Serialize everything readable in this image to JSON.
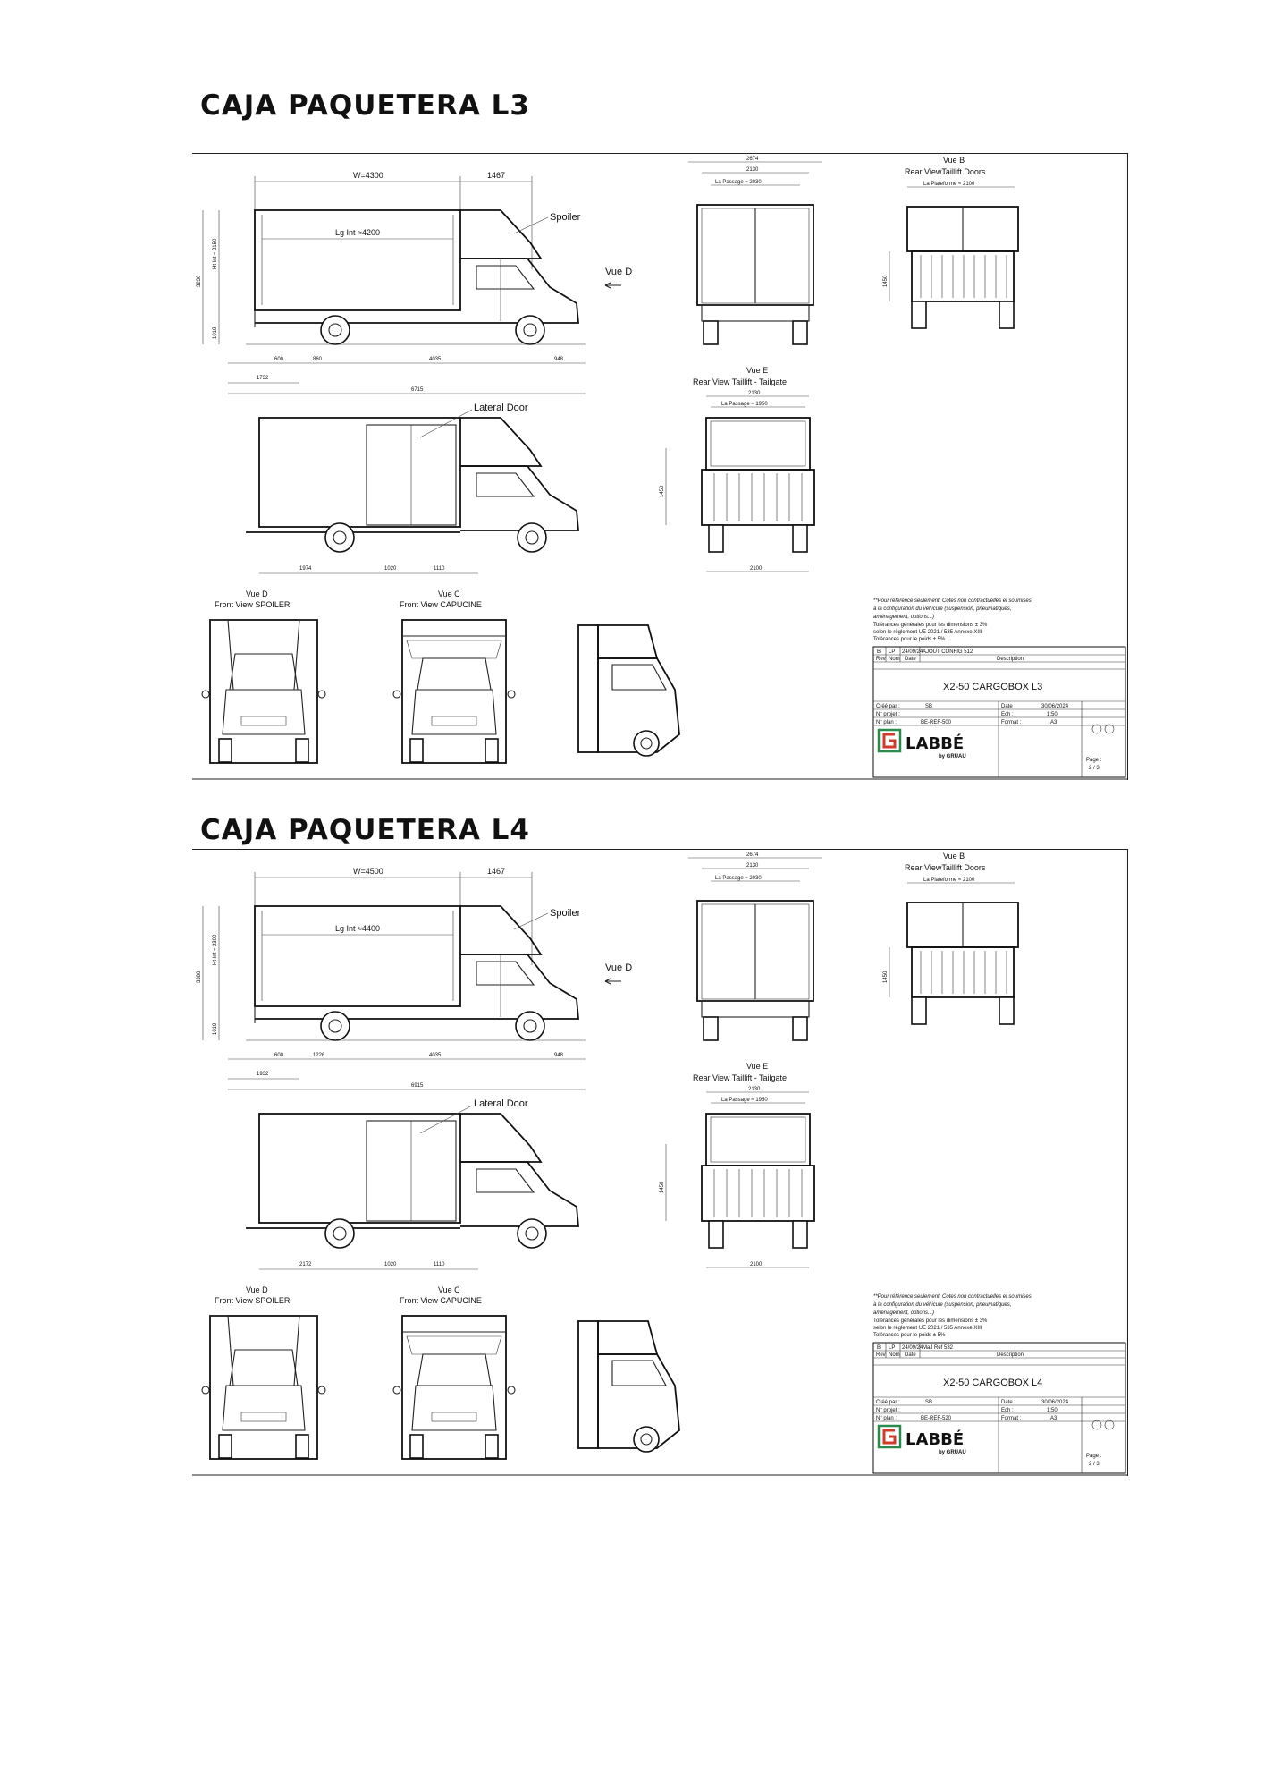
{
  "sheets": [
    {
      "heading": "CAJA PAQUETERA L3",
      "side": {
        "w": "W=4300",
        "cab": "1467",
        "lgint": "Lg Int ≈4200",
        "spoiler": "Spoiler",
        "total_h": "3230",
        "ht_int": "Ht Int ≈ 2150",
        "floor_h": "1019",
        "vue_d": "Vue D",
        "d1": "600",
        "d2": "860",
        "d3": "4035",
        "d4": "948",
        "d5": "1732",
        "d6": "6715"
      },
      "lateral": {
        "label": "Lateral Door",
        "d1": "1974",
        "d2": "1020",
        "d3": "1110"
      },
      "rear_doors": {
        "width": "2674",
        "inner": "2130",
        "passage": "La Passage ≈ 2030"
      },
      "vue_b": {
        "title": "Vue B",
        "subtitle": "Rear ViewTaillift Doors",
        "plateforme": "La Plateforme ≈ 2100",
        "h": "1450"
      },
      "vue_e": {
        "title": "Vue E",
        "subtitle": "Rear View Taillift - Tailgate",
        "inner": "2130",
        "passage": "La Passage ≈ 1950",
        "h": "1450",
        "bottom": "2100"
      },
      "front_d": {
        "title": "Vue D",
        "subtitle": "Front View SPOILER"
      },
      "front_c": {
        "title": "Vue C",
        "subtitle": "Front View CAPUCINE"
      },
      "notes": [
        "**Pour référence seulement. Cotes non contractuelles et soumises",
        "à la configuration du véhicule (suspension, pneumatiques,",
        "aménagement, options...)",
        "Tolérances générales pour les dimensions ± 3%",
        "selon le règlement UE 2021 / 535 Annexe XIII",
        "Tolérances pour le poids ± 5%"
      ],
      "title_block": {
        "rev": [
          "B",
          "LP",
          "24/09/24",
          "AJOUT CONFIG 512"
        ],
        "rev_head": [
          "Rev",
          "Nom",
          "Date",
          "Description"
        ],
        "drawing": "X2-50 CARGOBOX L3",
        "cree_par": "Créé par :",
        "cree_val": "SB",
        "date_l": "Date :",
        "date_v": "30/06/2024",
        "projet": "N° projet :",
        "ech_l": "Ech :",
        "ech_v": "1:50",
        "plan_l": "N° plan :",
        "plan_v": "BE-REF-500",
        "format_l": "Format :",
        "format_v": "A3",
        "brand": "LABBÉ",
        "by": "by GRUAU",
        "page_l": "Page :",
        "page_v": "2 / 3"
      }
    },
    {
      "heading": "CAJA PAQUETERA L4",
      "side": {
        "w": "W=4500",
        "cab": "1467",
        "lgint": "Lg Int ≈4400",
        "spoiler": "Spoiler",
        "total_h": "3380",
        "ht_int": "Ht Int ≈ 2300",
        "floor_h": "1019",
        "vue_d": "Vue D",
        "d1": "600",
        "d2": "1226",
        "d3": "4035",
        "d4": "948",
        "d5": "1932",
        "d6": "6915"
      },
      "lateral": {
        "label": "Lateral Door",
        "d1": "2172",
        "d2": "1020",
        "d3": "1110"
      },
      "rear_doors": {
        "width": "2674",
        "inner": "2130",
        "passage": "La Passage ≈ 2030"
      },
      "vue_b": {
        "title": "Vue B",
        "subtitle": "Rear ViewTaillift Doors",
        "plateforme": "La Plateforme ≈ 2100",
        "h": "1450"
      },
      "vue_e": {
        "title": "Vue E",
        "subtitle": "Rear View Taillift - Tailgate",
        "inner": "2130",
        "passage": "La Passage ≈ 1950",
        "h": "1450",
        "bottom": "2100"
      },
      "front_d": {
        "title": "Vue D",
        "subtitle": "Front View SPOILER"
      },
      "front_c": {
        "title": "Vue C",
        "subtitle": "Front View CAPUCINE"
      },
      "notes": [
        "**Pour référence seulement. Cotes non contractuelles et soumises",
        "à la configuration du véhicule (suspension, pneumatiques,",
        "aménagement, options...)",
        "Tolérances générales pour les dimensions ± 3%",
        "selon le règlement UE 2021 / 535 Annexe XIII",
        "Tolérances pour le poids ± 5%"
      ],
      "title_block": {
        "rev": [
          "B",
          "LP",
          "24/09/24",
          "MaJ Réf 532"
        ],
        "rev_head": [
          "Rev",
          "Nom",
          "Date",
          "Description"
        ],
        "drawing": "X2-50 CARGOBOX L4",
        "cree_par": "Créé par :",
        "cree_val": "SB",
        "date_l": "Date :",
        "date_v": "30/06/2024",
        "projet": "N° projet :",
        "ech_l": "Ech :",
        "ech_v": "1:50",
        "plan_l": "N° plan :",
        "plan_v": "BE-REF-520",
        "format_l": "Format :",
        "format_v": "A3",
        "brand": "LABBÉ",
        "by": "by GRUAU",
        "page_l": "Page :",
        "page_v": "2 / 3"
      }
    }
  ]
}
